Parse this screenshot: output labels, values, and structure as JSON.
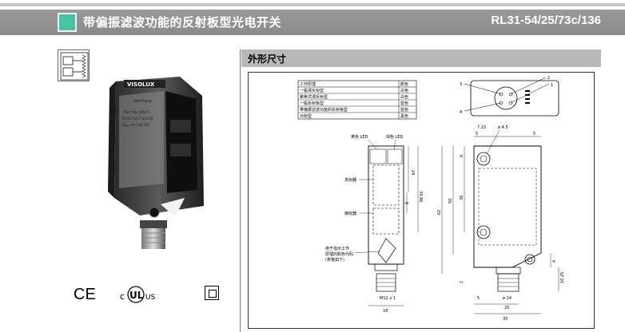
{
  "header": {
    "title": "带偏振滤波功能的反射板型光电开关",
    "model": "RL31-54/25/73c/136"
  },
  "section": {
    "title": "外形尺寸"
  },
  "product": {
    "brand_label": "VISOLUX",
    "sub_label": "Germany",
    "part_label": "Part No. 80471",
    "model_label": "RL31-54/73c/136",
    "voltage_label": "Ug=10-30V DC"
  },
  "certifications": {
    "ce": "CE",
    "ul": "UL",
    "ul_prefix": "c",
    "ul_suffix": "US"
  },
  "legend_table": {
    "header": [
      "工作原理",
      "颜色"
    ],
    "rows": [
      [
        "一般漫反射型",
        "白色"
      ],
      [
        "聚焦式漫反射型",
        "白色"
      ],
      [
        "一般反射板型",
        "蓝色"
      ],
      [
        "带偏振滤波功能的反射板型",
        "蓝色"
      ],
      [
        "对射型",
        "黑色"
      ]
    ]
  },
  "connector_pins": [
    "1",
    "2",
    "3",
    "4"
  ],
  "front_view": {
    "yellow_led": "黄色 LED",
    "green_led": "绿色 LED",
    "emitter": "发射器",
    "receiver": "接收器",
    "note_line1": "用于指示工作",
    "note_line2": "原理的颜色代码",
    "note_line3": "(表格如下)",
    "thread": "M12 x 1",
    "dim_width": "18",
    "dim_24": "24",
    "dim_8": "8",
    "dim_34_86": "34.86"
  },
  "side_view": {
    "dim_7_15": "7.15",
    "dim_phi_4_5": "ø 4.5",
    "dim_5_top_left": "5",
    "dim_5_top_right": "5",
    "dim_6": "6",
    "dim_36": "36",
    "dim_50": "50",
    "dim_62": "62",
    "dim_4": "4",
    "dim_2": "2",
    "dim_10_25": "10.25",
    "dim_5_bottom": "5",
    "dim_phi_14": "ø 14",
    "dim_25": "25",
    "dim_35": "35"
  }
}
